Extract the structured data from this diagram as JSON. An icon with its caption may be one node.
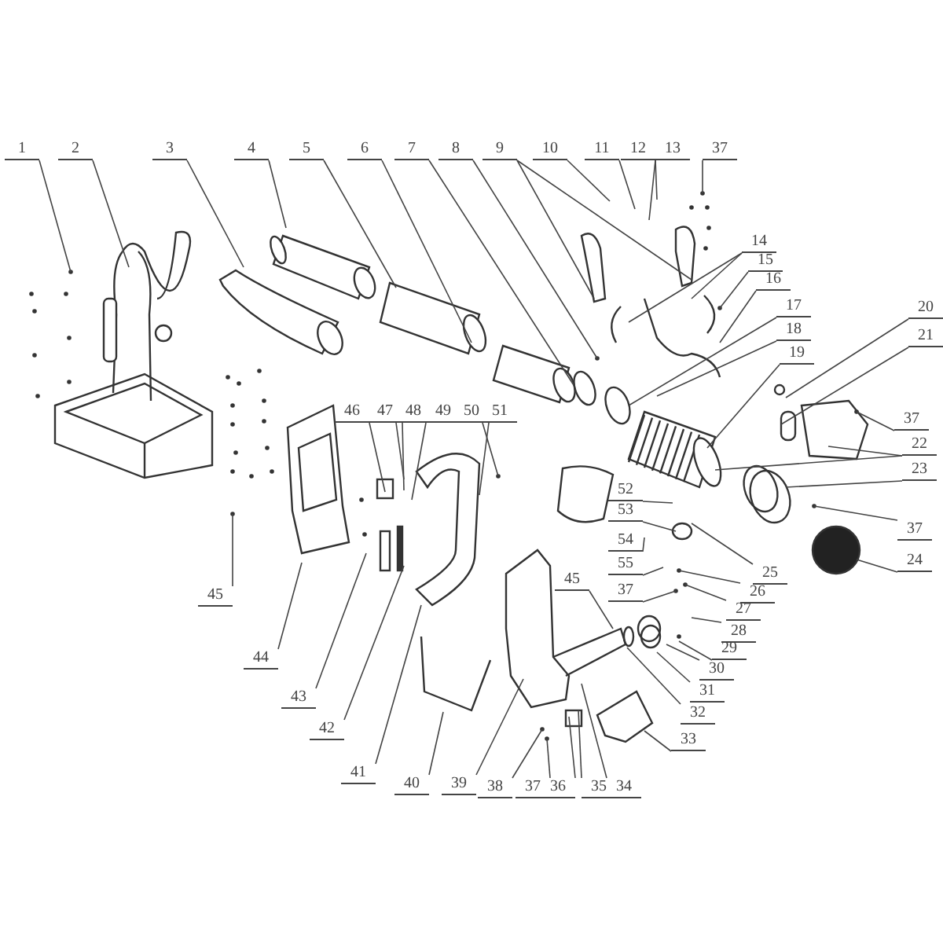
{
  "diagram": {
    "nodes": [
      {
        "text": [
          "1"
        ]
      },
      {
        "text": [
          "2"
        ]
      },
      {
        "text": [
          "3"
        ]
      },
      {
        "text": [
          "4"
        ]
      },
      {
        "text": [
          "5"
        ]
      },
      {
        "text": [
          "6"
        ]
      },
      {
        "text": [
          "7"
        ]
      },
      {
        "text": [
          "8"
        ]
      },
      {
        "text": [
          "9"
        ]
      },
      {
        "text": [
          "10"
        ]
      },
      {
        "text": [
          "11"
        ]
      },
      {
        "text": [
          "12"
        ]
      },
      {
        "text": [
          "13"
        ]
      },
      {
        "text": [
          "37"
        ]
      },
      {
        "text": [
          "14"
        ]
      },
      {
        "text": [
          "15"
        ]
      },
      {
        "text": [
          "16"
        ]
      },
      {
        "text": [
          "17"
        ]
      },
      {
        "text": [
          "18"
        ]
      },
      {
        "text": [
          "19"
        ]
      },
      {
        "text": [
          "20"
        ]
      },
      {
        "text": [
          "21"
        ]
      },
      {
        "text": [
          "37"
        ]
      },
      {
        "text": [
          "22"
        ]
      },
      {
        "text": [
          "23"
        ]
      },
      {
        "text": [
          "37"
        ]
      },
      {
        "text": [
          "24"
        ]
      },
      {
        "text": [
          "46"
        ]
      },
      {
        "text": [
          "47"
        ]
      },
      {
        "text": [
          "48"
        ]
      },
      {
        "text": [
          "49"
        ]
      },
      {
        "text": [
          "50"
        ]
      },
      {
        "text": [
          "51"
        ]
      },
      {
        "text": [
          "52"
        ]
      },
      {
        "text": [
          "53"
        ]
      },
      {
        "text": [
          "54"
        ]
      },
      {
        "text": [
          "55"
        ]
      },
      {
        "text": [
          "25"
        ]
      },
      {
        "text": [
          "45"
        ]
      },
      {
        "text": [
          "45"
        ]
      },
      {
        "text": [
          "37"
        ]
      },
      {
        "text": [
          "26"
        ]
      },
      {
        "text": [
          "27"
        ]
      },
      {
        "text": [
          "28"
        ]
      },
      {
        "text": [
          "29"
        ]
      },
      {
        "text": [
          "30"
        ]
      },
      {
        "text": [
          "31"
        ]
      },
      {
        "text": [
          "32"
        ]
      },
      {
        "text": [
          "33"
        ]
      },
      {
        "text": [
          "44"
        ]
      },
      {
        "text": [
          "43"
        ]
      },
      {
        "text": [
          "42"
        ]
      },
      {
        "text": [
          "41"
        ]
      },
      {
        "text": [
          "40"
        ]
      },
      {
        "text": [
          "39"
        ]
      },
      {
        "text": [
          "38"
        ]
      },
      {
        "text": [
          "37"
        ]
      },
      {
        "text": [
          "36"
        ]
      },
      {
        "text": [
          "35"
        ]
      },
      {
        "text": [
          "34"
        ]
      }
    ],
    "edges": [
      {
        "from": 0,
        "to": null,
        "arrow": "none"
      },
      {
        "from": 1,
        "to": null,
        "arrow": "none"
      },
      {
        "from": 2,
        "to": null,
        "arrow": "none"
      },
      {
        "from": 3,
        "to": null,
        "arrow": "none"
      },
      {
        "from": 4,
        "to": null,
        "arrow": "none"
      },
      {
        "from": 5,
        "to": null,
        "arrow": "none"
      },
      {
        "from": 6,
        "to": null,
        "arrow": "none"
      },
      {
        "from": 7,
        "to": null,
        "arrow": "none"
      },
      {
        "from": 8,
        "to": null,
        "arrow": "none"
      },
      {
        "from": 8,
        "to": null,
        "arrow": "none"
      },
      {
        "from": 9,
        "to": null,
        "arrow": "none"
      },
      {
        "from": 10,
        "to": null,
        "arrow": "none"
      },
      {
        "from": 11,
        "to": null,
        "arrow": "none"
      },
      {
        "from": 12,
        "to": null,
        "arrow": "none"
      },
      {
        "from": 13,
        "to": null,
        "arrow": "none"
      },
      {
        "from": 14,
        "to": null,
        "arrow": "none"
      },
      {
        "from": 14,
        "to": null,
        "arrow": "none"
      },
      {
        "from": 15,
        "to": null,
        "arrow": "none"
      },
      {
        "from": 16,
        "to": null,
        "arrow": "none"
      },
      {
        "from": 17,
        "to": null,
        "arrow": "none"
      },
      {
        "from": 18,
        "to": null,
        "arrow": "none"
      },
      {
        "from": 19,
        "to": null,
        "arrow": "none"
      },
      {
        "from": 20,
        "to": null,
        "arrow": "none"
      },
      {
        "from": 21,
        "to": null,
        "arrow": "none"
      },
      {
        "from": 22,
        "to": null,
        "arrow": "none"
      },
      {
        "from": 23,
        "to": null,
        "arrow": "none"
      },
      {
        "from": 23,
        "to": null,
        "arrow": "none"
      },
      {
        "from": 24,
        "to": null,
        "arrow": "none"
      },
      {
        "from": 25,
        "to": null,
        "arrow": "none"
      },
      {
        "from": 26,
        "to": null,
        "arrow": "none"
      },
      {
        "from": 27,
        "to": null,
        "arrow": "none"
      },
      {
        "from": 28,
        "to": null,
        "arrow": "none"
      },
      {
        "from": 29,
        "to": null,
        "arrow": "none"
      },
      {
        "from": 30,
        "to": null,
        "arrow": "none"
      },
      {
        "from": 31,
        "to": null,
        "arrow": "none"
      },
      {
        "from": 32,
        "to": null,
        "arrow": "none"
      },
      {
        "from": 33,
        "to": null,
        "arrow": "none"
      },
      {
        "from": 34,
        "to": null,
        "arrow": "none"
      },
      {
        "from": 35,
        "to": null,
        "arrow": "none"
      },
      {
        "from": 36,
        "to": null,
        "arrow": "none"
      },
      {
        "from": 37,
        "to": null,
        "arrow": "none"
      },
      {
        "from": 38,
        "to": null,
        "arrow": "none"
      },
      {
        "from": 39,
        "to": null,
        "arrow": "none"
      },
      {
        "from": 40,
        "to": null,
        "arrow": "none"
      },
      {
        "from": 41,
        "to": null,
        "arrow": "none"
      },
      {
        "from": 42,
        "to": null,
        "arrow": "none"
      },
      {
        "from": 43,
        "to": null,
        "arrow": "none"
      },
      {
        "from": 44,
        "to": null,
        "arrow": "none"
      },
      {
        "from": 45,
        "to": null,
        "arrow": "none"
      },
      {
        "from": 46,
        "to": null,
        "arrow": "none"
      },
      {
        "from": 47,
        "to": null,
        "arrow": "none"
      },
      {
        "from": 48,
        "to": null,
        "arrow": "none"
      },
      {
        "from": 49,
        "to": null,
        "arrow": "none"
      },
      {
        "from": 50,
        "to": null,
        "arrow": "none"
      },
      {
        "from": 51,
        "to": null,
        "arrow": "none"
      },
      {
        "from": 52,
        "to": null,
        "arrow": "none"
      },
      {
        "from": 53,
        "to": null,
        "arrow": "none"
      },
      {
        "from": 54,
        "to": null,
        "arrow": "none"
      },
      {
        "from": 55,
        "to": null,
        "arrow": "none"
      },
      {
        "from": 56,
        "to": null,
        "arrow": "none"
      },
      {
        "from": 57,
        "to": null,
        "arrow": "none"
      },
      {
        "from": 58,
        "to": null,
        "arrow": "none"
      },
      {
        "from": 59,
        "to": null,
        "arrow": "none"
      }
    ]
  }
}
